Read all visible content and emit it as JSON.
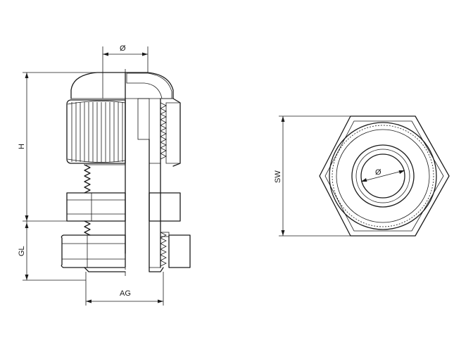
{
  "labels": {
    "side_diameter": "Ø",
    "height": "H",
    "gland_length": "GL",
    "thread_size": "AG",
    "wrench_size": "SW",
    "front_diameter": "Ø"
  }
}
